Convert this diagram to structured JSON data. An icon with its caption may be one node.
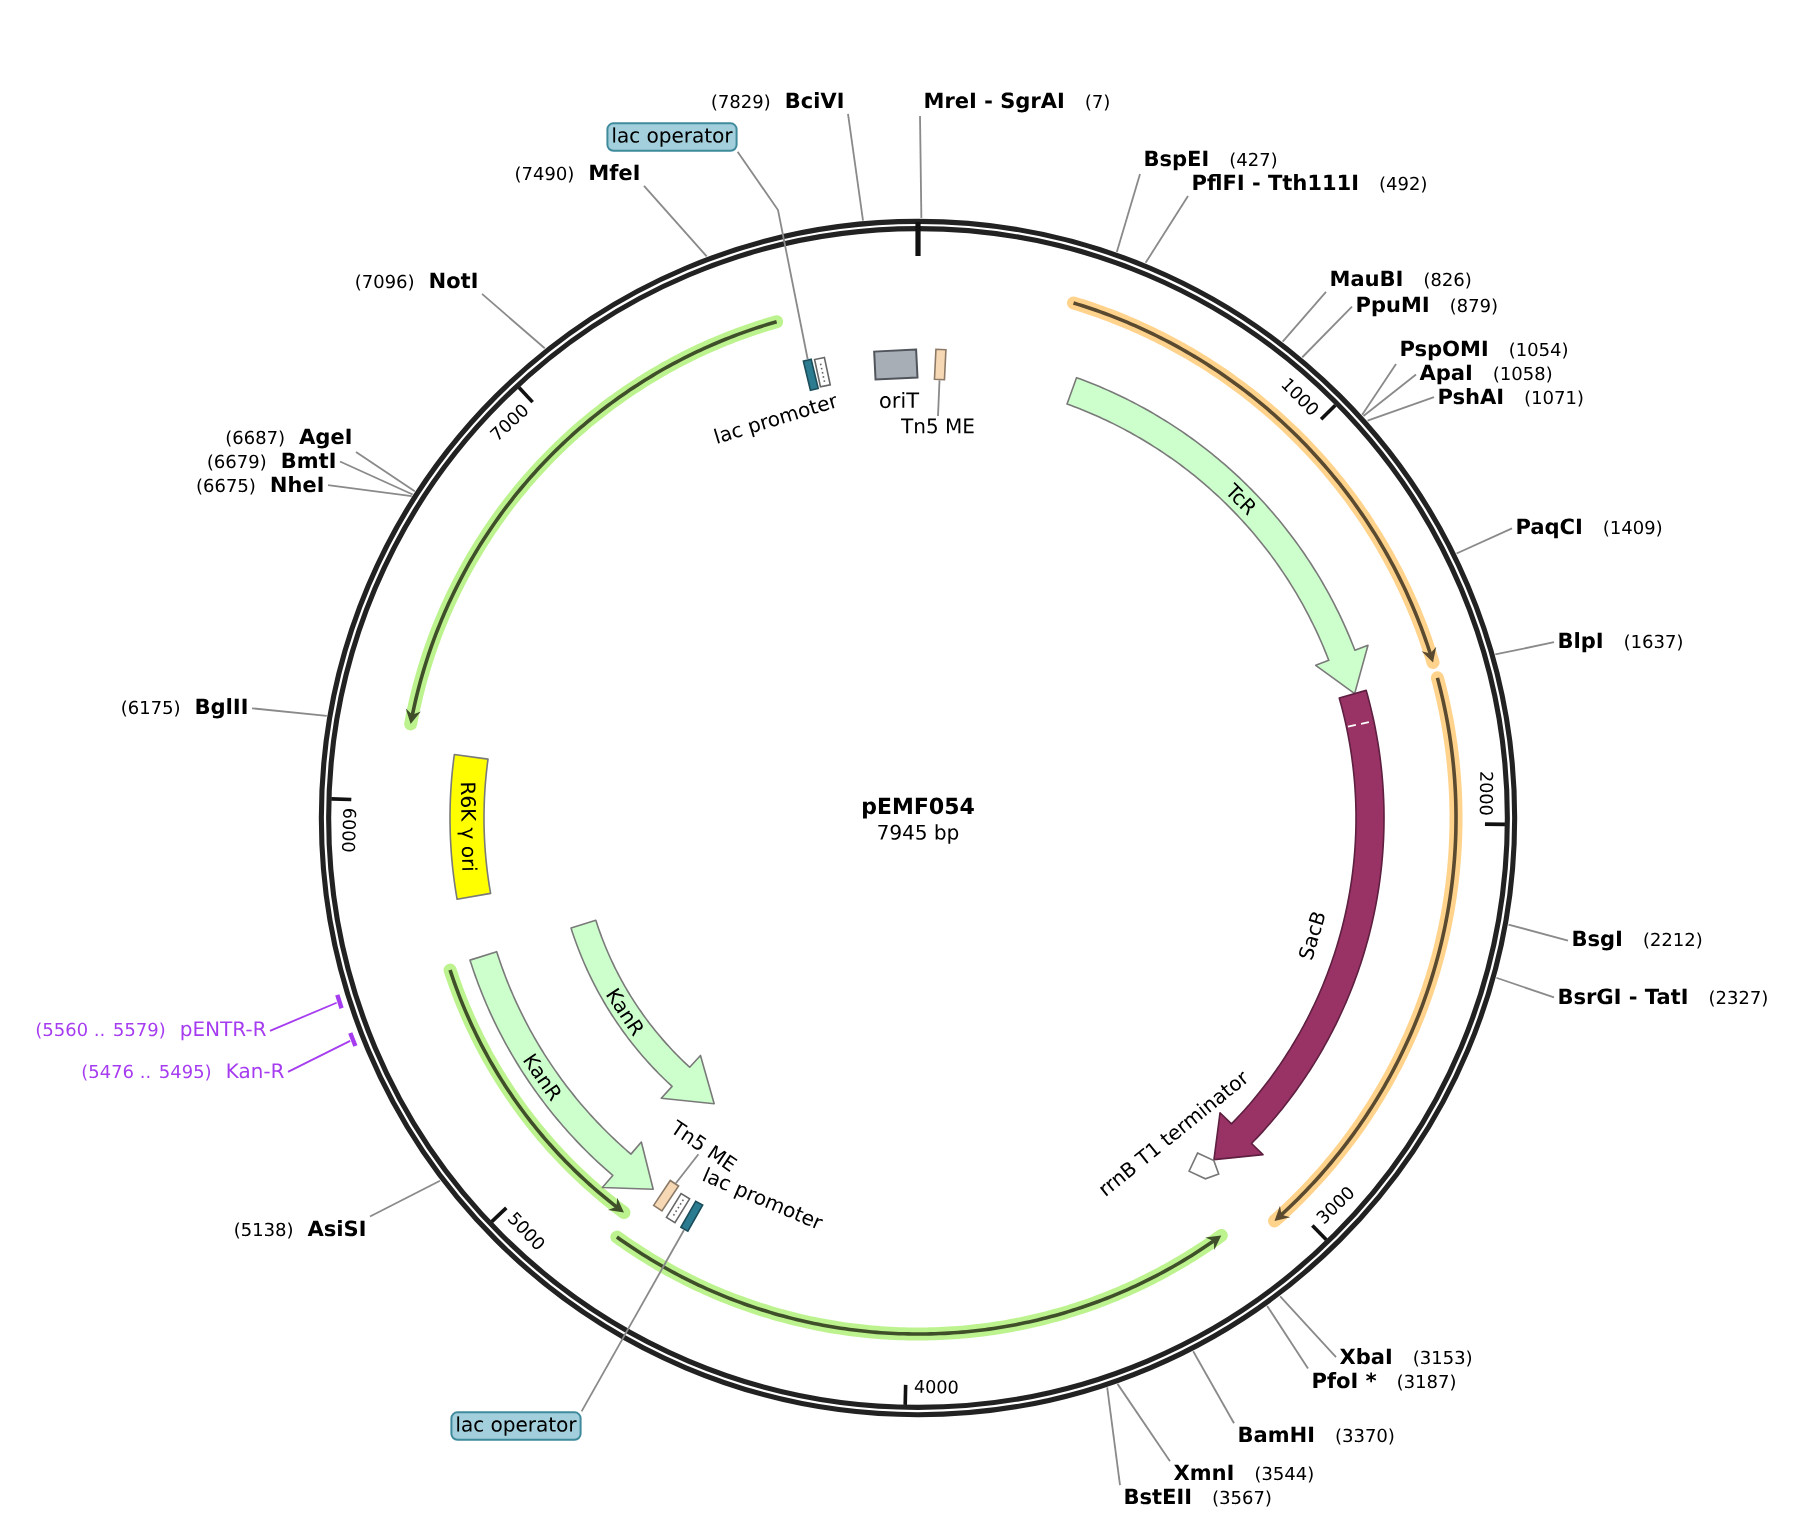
{
  "diagram": {
    "title": "pEMF054",
    "nodes": [
      {
        "text": [
          "(7829)",
          "BciVI"
        ]
      },
      {
        "text": [
          "MreI - SgrAI",
          "(7)"
        ]
      },
      {
        "text": [
          "lac operator"
        ]
      },
      {
        "text": [
          "(7490)",
          "MfeI"
        ]
      },
      {
        "text": [
          "BspEI",
          "(427)"
        ]
      },
      {
        "text": [
          "PflFI - Tth111I",
          "(492)"
        ]
      },
      {
        "text": [
          "(7096)",
          "NotI"
        ]
      },
      {
        "text": [
          "MauBI",
          "(826)"
        ]
      },
      {
        "text": [
          "PpuMI",
          "(879)"
        ]
      },
      {
        "text": [
          "PspOMI",
          "(1054)"
        ]
      },
      {
        "text": [
          "ApaI",
          "(1058)"
        ]
      },
      {
        "text": [
          "PshAI",
          "(1071)"
        ]
      },
      {
        "text": [
          "lac promoter"
        ]
      },
      {
        "text": [],
        "shape": "box"
      },
      {
        "text": [
          "oriT"
        ]
      },
      {
        "text": [],
        "shape": "box"
      },
      {
        "text": [
          "Tn5 ME"
        ]
      },
      {
        "text": [
          "(6687)",
          "AgeI"
        ]
      },
      {
        "text": [
          "(6679)",
          "BmtI"
        ]
      },
      {
        "text": [
          "(6675)",
          "NheI"
        ]
      },
      {
        "text": [
          "TcR"
        ]
      },
      {
        "text": [
          "PaqCI",
          "(1409)"
        ]
      },
      {
        "text": [
          "BlpI",
          "(1637)"
        ]
      },
      {
        "text": [
          "(6175)",
          "BglII"
        ]
      },
      {
        "text": [
          "SacB"
        ]
      },
      {
        "text": [
          "R6K γ ori"
        ]
      },
      {
        "text": [
          "BsgI",
          "(2212)"
        ]
      },
      {
        "text": [
          "BsrGI - TatI",
          "(2327)"
        ]
      },
      {
        "text": [
          "KanR"
        ]
      },
      {
        "text": [
          "(5560 .. 5579)",
          "pENTR-R"
        ]
      },
      {
        "text": [],
        "shape": "bar"
      },
      {
        "text": [
          "(5476 .. 5495)",
          "Kan-R"
        ]
      },
      {
        "text": [],
        "shape": "bar"
      },
      {
        "text": [
          "KanR"
        ]
      },
      {
        "text": [
          "rrnB T1 terminator"
        ]
      },
      {
        "text": [
          "Tn5 ME"
        ]
      },
      {
        "text": [],
        "shape": "box"
      },
      {
        "text": [
          "lac promoter"
        ]
      },
      {
        "text": [],
        "shape": "box"
      },
      {
        "text": [
          "(5138)",
          "AsiSI"
        ]
      },
      {
        "text": [
          "XbaI",
          "(3153)"
        ]
      },
      {
        "text": [
          "PfoI *",
          "(3187)"
        ]
      },
      {
        "text": [
          "lac operator"
        ]
      },
      {
        "text": [
          "BamHI",
          "(3370)"
        ]
      },
      {
        "text": [
          "XmnI",
          "(3544)"
        ]
      },
      {
        "text": [
          "BstEII",
          "(3567)"
        ]
      }
    ],
    "edges": [
      {
        "from": 0,
        "to": null,
        "arrow": "none"
      },
      {
        "from": 1,
        "to": null,
        "arrow": "none"
      },
      {
        "from": 2,
        "to": 13,
        "arrow": "none"
      },
      {
        "from": 3,
        "to": null,
        "arrow": "none"
      },
      {
        "from": 4,
        "to": null,
        "arrow": "none"
      },
      {
        "from": 5,
        "to": null,
        "arrow": "none"
      },
      {
        "from": 6,
        "to": null,
        "arrow": "none"
      },
      {
        "from": 7,
        "to": null,
        "arrow": "none"
      },
      {
        "from": 8,
        "to": null,
        "arrow": "none"
      },
      {
        "from": 9,
        "to": null,
        "arrow": "none"
      },
      {
        "from": 10,
        "to": null,
        "arrow": "none"
      },
      {
        "from": 11,
        "to": null,
        "arrow": "none"
      },
      {
        "from": 16,
        "to": 15,
        "arrow": "none"
      },
      {
        "from": 17,
        "to": null,
        "arrow": "none"
      },
      {
        "from": 18,
        "to": null,
        "arrow": "none"
      },
      {
        "from": 19,
        "to": null,
        "arrow": "none"
      },
      {
        "from": 21,
        "to": null,
        "arrow": "none"
      },
      {
        "from": 22,
        "to": null,
        "arrow": "none"
      },
      {
        "from": 23,
        "to": null,
        "arrow": "none"
      },
      {
        "from": 26,
        "to": null,
        "arrow": "none"
      },
      {
        "from": 27,
        "to": null,
        "arrow": "none"
      },
      {
        "from": 29,
        "to": 30,
        "arrow": "none",
        "color": "#a63cf0"
      },
      {
        "from": 31,
        "to": 32,
        "arrow": "none",
        "color": "#a63cf0"
      },
      {
        "from": 35,
        "to": 36,
        "arrow": "none"
      },
      {
        "from": 39,
        "to": null,
        "arrow": "none"
      },
      {
        "from": 40,
        "to": null,
        "arrow": "none"
      },
      {
        "from": 41,
        "to": null,
        "arrow": "none"
      },
      {
        "from": 42,
        "to": 38,
        "arrow": "none"
      },
      {
        "from": 43,
        "to": null,
        "arrow": "none"
      },
      {
        "from": 44,
        "to": null,
        "arrow": "none"
      },
      {
        "from": 45,
        "to": null,
        "arrow": "none"
      }
    ],
    "labels": [
      "7945 bp",
      "1000",
      "2000",
      "3000",
      "4000",
      "5000",
      "6000",
      "7000"
    ]
  }
}
